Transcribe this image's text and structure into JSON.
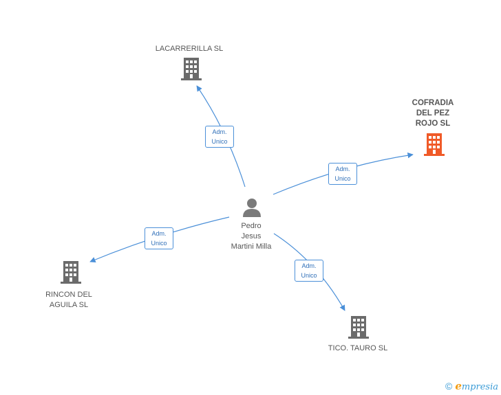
{
  "colors": {
    "edge": "#4a8fd8",
    "building": "#6b6b6b",
    "building_highlight": "#f05a28",
    "person": "#7a7a7a"
  },
  "center": {
    "name_lines": [
      "Pedro",
      "Jesus",
      "Martini Milla"
    ],
    "icon": "person-icon"
  },
  "nodes": [
    {
      "id": "lacarrerilla",
      "label": "LACARRERILLA SL",
      "icon": "building-icon",
      "highlight": false
    },
    {
      "id": "cofradia",
      "label": "COFRADIA DEL PEZ ROJO SL",
      "label_lines": [
        "COFRADIA",
        "DEL PEZ",
        "ROJO SL"
      ],
      "icon": "building-icon",
      "highlight": true
    },
    {
      "id": "rincon",
      "label": "RINCON DEL AGUILA SL",
      "label_lines": [
        "RINCON DEL",
        "AGUILA SL"
      ],
      "icon": "building-icon",
      "highlight": false
    },
    {
      "id": "tico",
      "label": "TICO. TAURO SL",
      "icon": "building-icon",
      "highlight": false
    }
  ],
  "edges": [
    {
      "to": "lacarrerilla",
      "role_lines": [
        "Adm.",
        "Unico"
      ]
    },
    {
      "to": "cofradia",
      "role_lines": [
        "Adm.",
        "Unico"
      ]
    },
    {
      "to": "rincon",
      "role_lines": [
        "Adm.",
        "Unico"
      ]
    },
    {
      "to": "tico",
      "role_lines": [
        "Adm.",
        "Unico"
      ]
    }
  ],
  "footer": {
    "copyright_symbol": "©",
    "brand_initial": "e",
    "brand_rest": "mpresia"
  }
}
